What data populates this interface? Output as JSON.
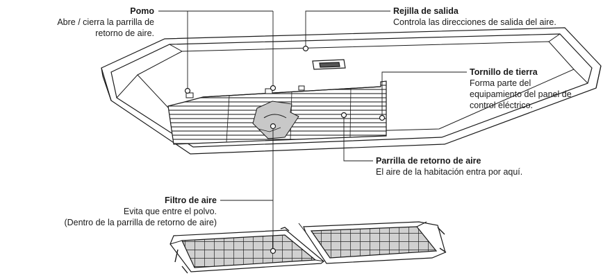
{
  "labels": {
    "pomo": {
      "title": "Pomo",
      "desc_line1": "Abre / cierra la parrilla de",
      "desc_line2": "retorno de aire."
    },
    "rejilla": {
      "title": "Rejilla de salida",
      "desc": "Controla las direcciones de salida del aire."
    },
    "tornillo": {
      "title": "Tornillo de tierra",
      "desc_line1": "Forma parte del",
      "desc_line2": "equipamiento del panel de",
      "desc_line3": "control eléctrico."
    },
    "parrilla": {
      "title": "Parrilla de retorno de aire",
      "desc": "El aire de la habitación entra por aquí."
    },
    "filtro": {
      "title": "Filtro de aire",
      "desc_line1": "Evita que entre el polvo.",
      "desc_line2": "(Dentro de la parrilla de retorno de aire)"
    }
  },
  "colors": {
    "line": "#1a1a1a",
    "grid_fill": "#d9d9d9",
    "filter_fill": "#cfcfcf"
  }
}
